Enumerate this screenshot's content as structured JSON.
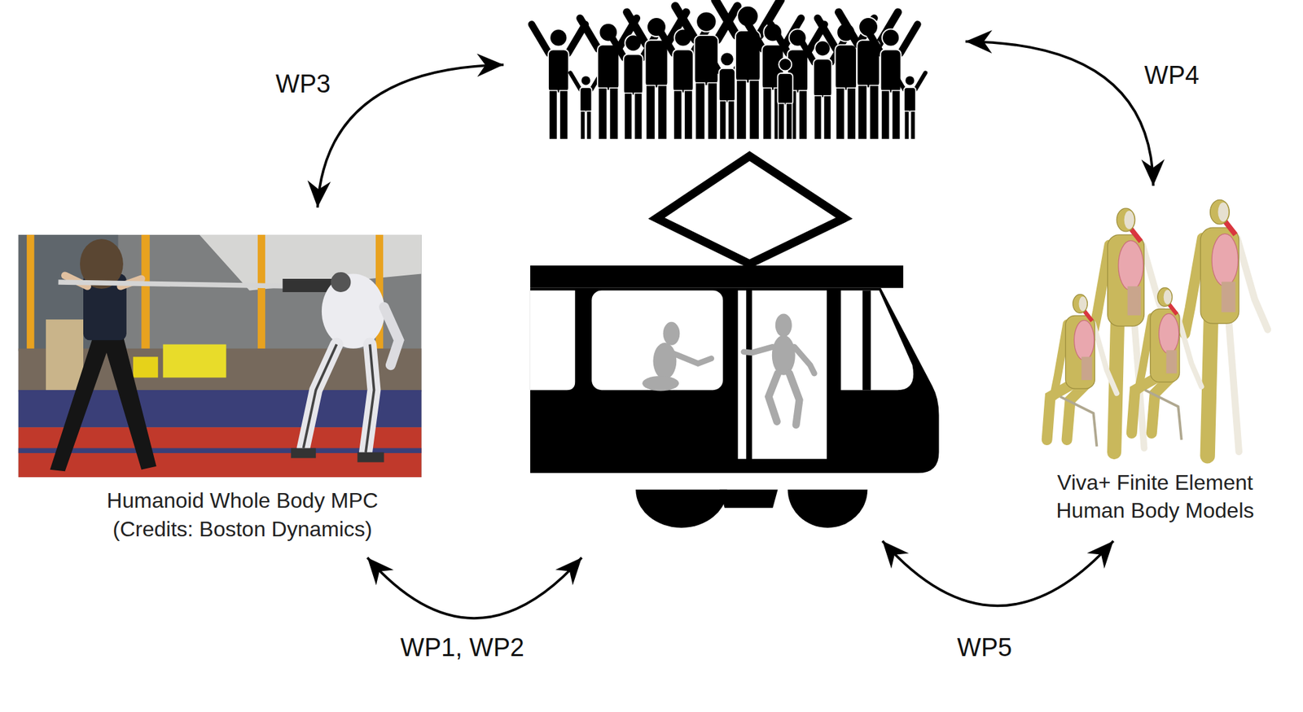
{
  "diagram": {
    "nodes": [
      {
        "text": [
          "Humanoid Whole Body MPC",
          "(Credits: Boston Dynamics)"
        ]
      },
      {
        "text": [
          "Viva+ Finite Element Human Body Models"
        ]
      }
    ],
    "labels": [
      "WP3",
      "WP4",
      "WP1, WP2",
      "WP5"
    ]
  }
}
